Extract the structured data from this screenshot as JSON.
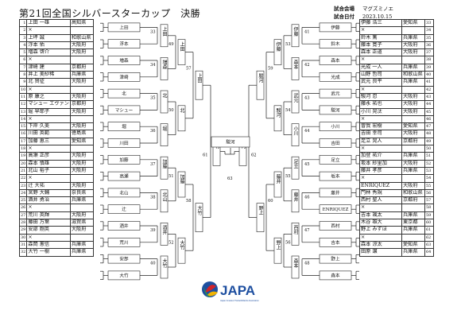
{
  "header": {
    "title": "第21回全国シルバースターカップ　決勝",
    "venue_label": "試合会場",
    "venue": "マグズミノエ",
    "date_label": "試合日付",
    "date": "2023.10.15"
  },
  "left_players": [
    {
      "no": "1",
      "name": "上田 一雄",
      "pref": "高知県"
    },
    {
      "no": "2",
      "name": "×",
      "pref": ""
    },
    {
      "no": "3",
      "name": "上坪 誠",
      "pref": "和歌山県"
    },
    {
      "no": "4",
      "name": "浮本 佑",
      "pref": "大阪府"
    },
    {
      "no": "5",
      "name": "増森 啓介",
      "pref": "大阪府"
    },
    {
      "no": "6",
      "name": "×",
      "pref": ""
    },
    {
      "no": "7",
      "name": "津崎 建",
      "pref": "京都府"
    },
    {
      "no": "8",
      "name": "井上 美紗稀",
      "pref": "兵庫県"
    },
    {
      "no": "9",
      "name": "北 賢征",
      "pref": "大阪府"
    },
    {
      "no": "10",
      "name": "×",
      "pref": ""
    },
    {
      "no": "11",
      "name": "原 康之",
      "pref": "大阪府"
    },
    {
      "no": "12",
      "name": "マシュー エヴァン",
      "pref": "京都府"
    },
    {
      "no": "13",
      "name": "堀 早耶子",
      "pref": "大阪府"
    },
    {
      "no": "14",
      "name": "×",
      "pref": ""
    },
    {
      "no": "15",
      "name": "下岸 久美",
      "pref": "大阪府"
    },
    {
      "no": "16",
      "name": "川田 英範",
      "pref": "徳島県"
    },
    {
      "no": "17",
      "name": "加藤 恵三",
      "pref": "愛知県"
    },
    {
      "no": "18",
      "name": "×",
      "pref": ""
    },
    {
      "no": "19",
      "name": "高瀬 正彦",
      "pref": "大阪府"
    },
    {
      "no": "20",
      "name": "森本 慎雄",
      "pref": "大阪府"
    },
    {
      "no": "21",
      "name": "北山 裕子",
      "pref": "大阪府"
    },
    {
      "no": "22",
      "name": "×",
      "pref": ""
    },
    {
      "no": "23",
      "name": "辻 大祐",
      "pref": "大阪府"
    },
    {
      "no": "24",
      "name": "宮野 大輔",
      "pref": "奈良県"
    },
    {
      "no": "25",
      "name": "酒井 勇治",
      "pref": "兵庫県"
    },
    {
      "no": "26",
      "name": "×",
      "pref": ""
    },
    {
      "no": "27",
      "name": "荒川 英輝",
      "pref": "大阪府"
    },
    {
      "no": "28",
      "name": "藤田 万葉",
      "pref": "滋賀県"
    },
    {
      "no": "29",
      "name": "安部 剛英",
      "pref": "大阪府"
    },
    {
      "no": "30",
      "name": "×",
      "pref": ""
    },
    {
      "no": "31",
      "name": "森岡 憲信",
      "pref": "兵庫県"
    },
    {
      "no": "32",
      "name": "大竹 一樹",
      "pref": "兵庫県"
    }
  ],
  "right_players": [
    {
      "no": "33",
      "name": "伊藤 浩三",
      "pref": "愛知県"
    },
    {
      "no": "34",
      "name": "×",
      "pref": ""
    },
    {
      "no": "35",
      "name": "鈴木 篤",
      "pref": "兵庫県"
    },
    {
      "no": "36",
      "name": "藤本 寛子",
      "pref": "大阪府"
    },
    {
      "no": "37",
      "name": "森本 正道",
      "pref": "大阪府"
    },
    {
      "no": "38",
      "name": "×",
      "pref": ""
    },
    {
      "no": "39",
      "name": "光成 一人",
      "pref": "兵庫県"
    },
    {
      "no": "40",
      "name": "山野 哲司",
      "pref": "和歌山県"
    },
    {
      "no": "41",
      "name": "武元 良平",
      "pref": "兵庫県"
    },
    {
      "no": "42",
      "name": "×",
      "pref": ""
    },
    {
      "no": "43",
      "name": "駿河 忍",
      "pref": "大阪府"
    },
    {
      "no": "44",
      "name": "藤永 祐也",
      "pref": "大阪府"
    },
    {
      "no": "45",
      "name": "小川 晃汰",
      "pref": "大阪府"
    },
    {
      "no": "46",
      "name": "×",
      "pref": ""
    },
    {
      "no": "47",
      "name": "曽我 宏樹",
      "pref": "愛知県"
    },
    {
      "no": "48",
      "name": "吉田 幸司",
      "pref": "大阪府"
    },
    {
      "no": "49",
      "name": "足立 晃人",
      "pref": "京都府"
    },
    {
      "no": "50",
      "name": "×",
      "pref": ""
    },
    {
      "no": "51",
      "name": "加登 祐介",
      "pref": "兵庫県"
    },
    {
      "no": "52",
      "name": "坂本 紗里加",
      "pref": "大阪府"
    },
    {
      "no": "53",
      "name": "藤井 孝彦",
      "pref": "兵庫県"
    },
    {
      "no": "54",
      "name": "×",
      "pref": ""
    },
    {
      "no": "55",
      "name": "ENRIQUEZ",
      "pref": "大阪府"
    },
    {
      "no": "56",
      "name": "門林 秀規",
      "pref": "和歌山県"
    },
    {
      "no": "57",
      "name": "西村 聖人",
      "pref": "京都府"
    },
    {
      "no": "58",
      "name": "×",
      "pref": ""
    },
    {
      "no": "59",
      "name": "吉本 颯太",
      "pref": "兵庫県"
    },
    {
      "no": "60",
      "name": "木谷 雄大",
      "pref": "東京都"
    },
    {
      "no": "61",
      "name": "野上 みずほ",
      "pref": "兵庫県"
    },
    {
      "no": "62",
      "name": "×",
      "pref": ""
    },
    {
      "no": "63",
      "name": "森本 涼太",
      "pref": "愛知県"
    },
    {
      "no": "64",
      "name": "田原 譲",
      "pref": "兵庫県"
    }
  ],
  "left_r1": [
    "上田",
    "浮本",
    "増森",
    "津崎",
    "北",
    "マシュー",
    "堀",
    "川田",
    "加藤",
    "高瀬",
    "北山",
    "辻",
    "酒井",
    "荒川",
    "安部",
    "大竹"
  ],
  "left_r2": [
    "上田",
    "増森",
    "北",
    "堀",
    "加藤",
    "北山",
    "酒井",
    "大竹"
  ],
  "left_r3": [
    "上田",
    "北",
    "加藤",
    "大竹"
  ],
  "left_r4": [
    "上田",
    "大竹"
  ],
  "right_r1": [
    "伊藤",
    "鈴木",
    "森本",
    "光成",
    "武元",
    "駿河",
    "小川",
    "吉田",
    "足立",
    "坂本",
    "藤井",
    "ENRIQUEZ",
    "西村",
    "吉本",
    "野上",
    "森本"
  ],
  "right_r2": [
    "伊藤",
    "森本",
    "武元",
    "小川",
    "足立",
    "藤井",
    "西村",
    "森本"
  ],
  "right_r3": [
    "伊藤",
    "駿河",
    "藤井",
    "野上"
  ],
  "right_r4": [
    "駿河",
    "野上"
  ],
  "finalists": {
    "left": "大竹",
    "right": "駿河"
  },
  "champion": "駿河",
  "left_match_nos": {
    "r2": [
      "33",
      "34",
      "35",
      "36",
      "37",
      "38",
      "39",
      "40"
    ],
    "r3": [
      "49",
      "50",
      "51",
      "52"
    ],
    "r4": [
      "57",
      "58"
    ],
    "semi": "61"
  },
  "right_match_nos": {
    "r2": [
      "41",
      "42",
      "43",
      "44",
      "45",
      "46",
      "47",
      "48"
    ],
    "r3": [
      "53",
      "54",
      "55",
      "56"
    ],
    "r4": [
      "59",
      "60"
    ],
    "semi": "62"
  },
  "final_no": "63",
  "logo_text": "JAPA",
  "logo_sub": "Japan Amateur Pocketbilliards Association",
  "colors": {
    "line": "#222222",
    "win": "#000000",
    "logo_blue": "#1e4fa0",
    "logo_red": "#d2232a",
    "logo_yellow": "#f2b400",
    "logo_green": "#2a9a4a"
  }
}
